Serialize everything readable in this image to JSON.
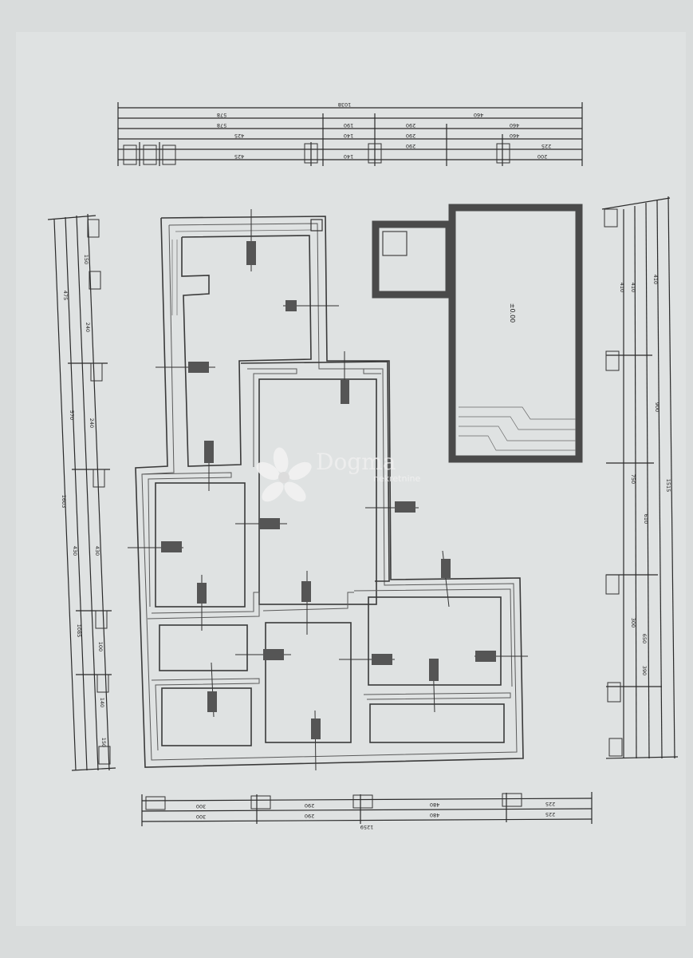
{
  "watermark": {
    "brand": "Dogma",
    "subtitle": "nekretnine"
  },
  "colors": {
    "paper": "#d9dcdc",
    "line": "#2a2a2a",
    "pool_wall": "#4a4a4a"
  },
  "dimensions": {
    "top": {
      "total": "1038",
      "row2": [
        "578",
        "460"
      ],
      "row3": [
        "578",
        "190",
        "290",
        "460"
      ],
      "row4": [
        "425",
        "140",
        "290",
        "460"
      ],
      "row5": [
        "425",
        "140",
        "290",
        "225",
        "200"
      ]
    },
    "left": {
      "total": "1603",
      "row2": [
        "475",
        "570",
        "430",
        "1085"
      ],
      "row3": [
        "150",
        "240",
        "240",
        "430",
        "100",
        "140",
        "150"
      ]
    },
    "right": {
      "total": "1515",
      "row2": [
        "410",
        "610",
        "900"
      ],
      "row3": [
        "410",
        "410",
        "750",
        "390",
        "300",
        "650"
      ]
    },
    "bottom": {
      "total": "1259",
      "row2": [
        "300",
        "290",
        "480",
        "225"
      ],
      "row3": [
        "300",
        "290",
        "480",
        "225"
      ]
    }
  },
  "pool": {
    "label": "±0.00"
  }
}
